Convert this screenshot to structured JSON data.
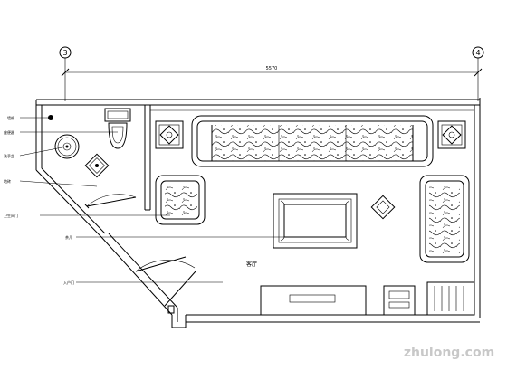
{
  "drawing": {
    "grid_marks": [
      {
        "id": "axis-3",
        "label": "3"
      },
      {
        "id": "axis-4",
        "label": "4"
      }
    ],
    "dimension_text": "5570",
    "room_label": "客厅",
    "callouts": [
      {
        "id": "c1",
        "text": "墙纸"
      },
      {
        "id": "c2",
        "text": "座便器"
      },
      {
        "id": "c3",
        "text": "洗手盆"
      },
      {
        "id": "c4",
        "text": "地砖"
      },
      {
        "id": "c5",
        "text": "卫生间门"
      },
      {
        "id": "c6",
        "text": "茶几"
      },
      {
        "id": "c7",
        "text": "入户门"
      }
    ],
    "watermark": "zhulong.com"
  }
}
